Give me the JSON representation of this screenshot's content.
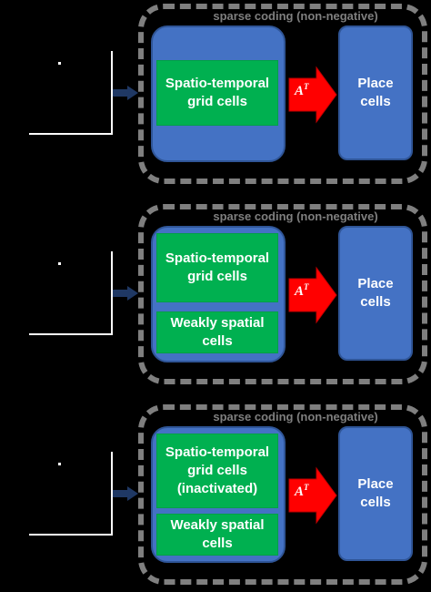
{
  "panels": [
    {
      "frame_title": "sparse coding (non-negative)",
      "grid_cells": "Spatio-temporal\ngrid cells",
      "weakly_spatial": "",
      "operator": "A",
      "operator_sup": "T",
      "place_cells": "Place\ncells"
    },
    {
      "frame_title": "sparse coding (non-negative)",
      "grid_cells": "Spatio-temporal\ngrid cells",
      "weakly_spatial": "Weakly spatial\ncells",
      "operator": "A",
      "operator_sup": "T",
      "place_cells": "Place\ncells"
    },
    {
      "frame_title": "sparse coding (non-negative)",
      "grid_cells": "Spatio-temporal\ngrid cells\n(inactivated)",
      "weakly_spatial": "Weakly spatial\ncells",
      "operator": "A",
      "operator_sup": "T",
      "place_cells": "Place\ncells"
    }
  ],
  "colors": {
    "background": "#000000",
    "frame": "#7f7f7f",
    "blue": "#4472c4",
    "green": "#00b050",
    "red": "#ff0000",
    "input_arrow": "#1f3864"
  }
}
